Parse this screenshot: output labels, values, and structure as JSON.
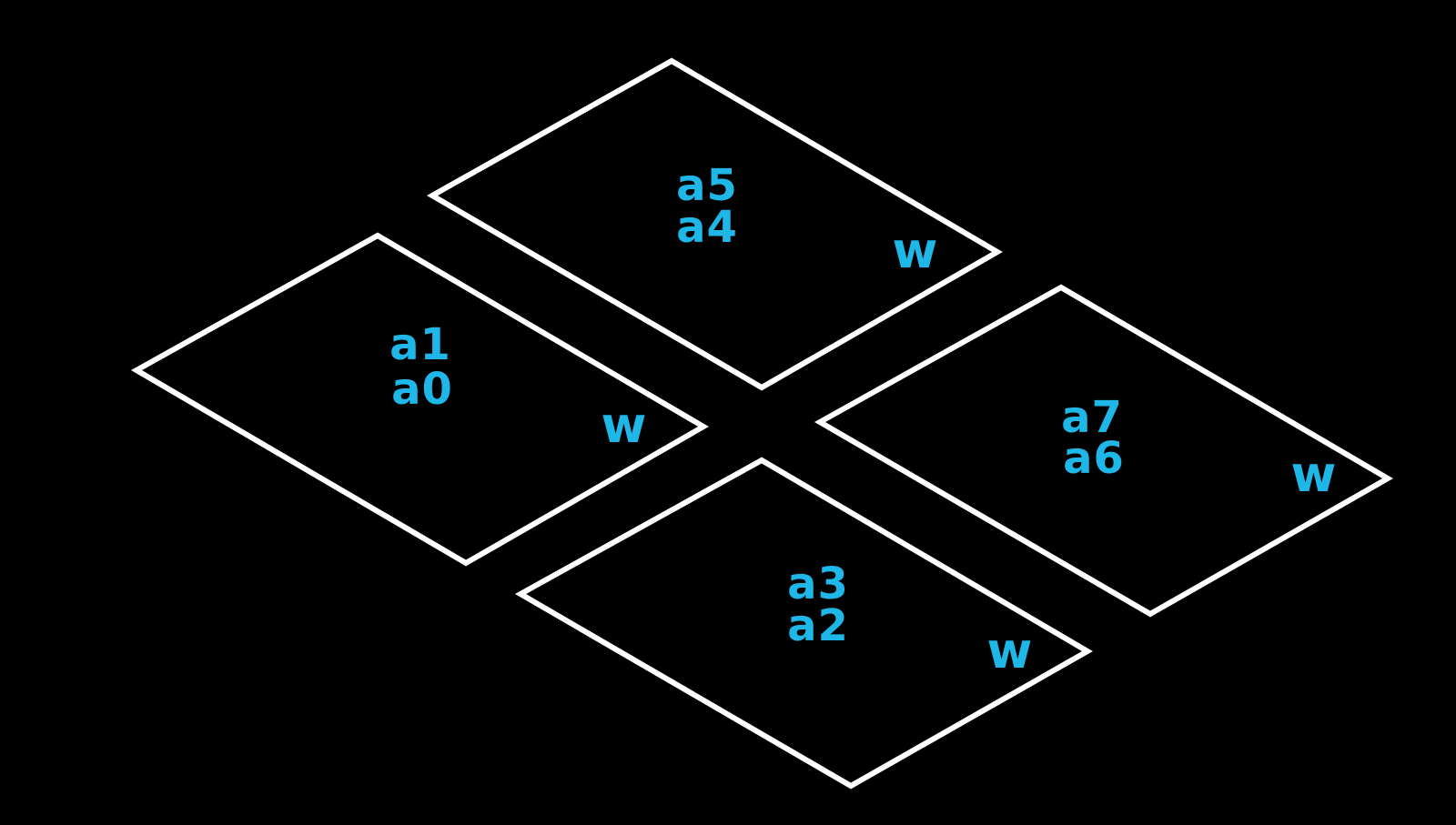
{
  "colors": {
    "background": "#000000",
    "outline": "#ffffff",
    "label": "#1fb6e8"
  },
  "tiles": [
    {
      "id": "a5-a4",
      "top_label": "a5",
      "bottom_label": "a4",
      "corner_label": "w"
    },
    {
      "id": "a1-a0",
      "top_label": "a1",
      "bottom_label": "a0",
      "corner_label": "w"
    },
    {
      "id": "a7-a6",
      "top_label": "a7",
      "bottom_label": "a6",
      "corner_label": "w"
    },
    {
      "id": "a3-a2",
      "top_label": "a3",
      "bottom_label": "a2",
      "corner_label": "w"
    }
  ]
}
